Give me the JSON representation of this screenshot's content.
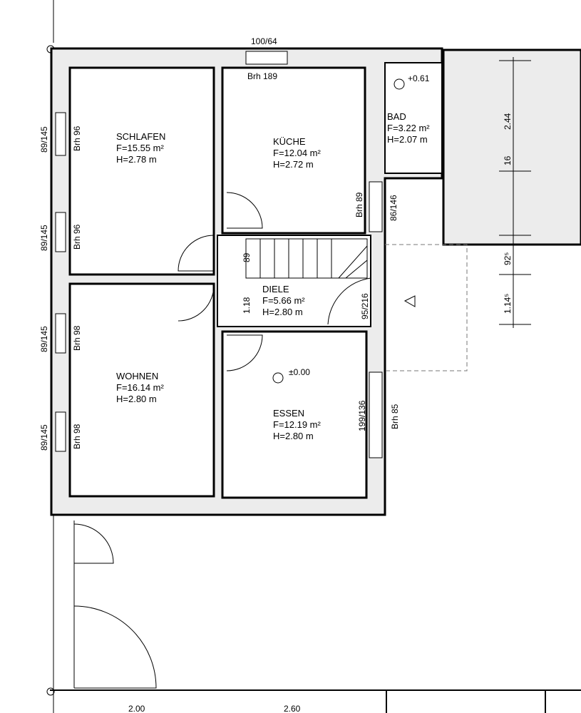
{
  "rooms": {
    "schlafen": {
      "name": "SCHLAFEN",
      "area": "F=15.55 m²",
      "height": "H=2.78 m"
    },
    "kueche": {
      "name": "KÜCHE",
      "area": "F=12.04 m²",
      "height": "H=2.72 m"
    },
    "bad": {
      "name": "BAD",
      "area": "F=3.22 m²",
      "height": "H=2.07 m"
    },
    "diele": {
      "name": "DIELE",
      "area": "F=5.66 m²",
      "height": "H=2.80 m"
    },
    "wohnen": {
      "name": "WOHNEN",
      "area": "F=16.14 m²",
      "height": "H=2.80 m"
    },
    "essen": {
      "name": "ESSEN",
      "area": "F=12.19 m²",
      "height": "H=2.80 m"
    }
  },
  "labels": {
    "top_window": "100/64",
    "brh_189": "Brh 189",
    "level_bad": "+0.61",
    "level_essen": "±0.00",
    "win_schlafen_1": "89/145",
    "brh_schlafen_1": "Brh 96",
    "win_schlafen_2": "89/145",
    "brh_schlafen_2": "Brh 96",
    "win_wohnen_1": "89/145",
    "brh_wohnen_1": "Brh 98",
    "win_wohnen_2": "89/145",
    "brh_wohnen_2": "Brh 98",
    "brh_kueche": "Brh 89",
    "win_kueche": "86/146",
    "stair_89": "89",
    "stair_118": "1.18",
    "door_diele": "95/216",
    "win_essen": "199/136",
    "brh_essen": "Brh 85",
    "dim_244": "2.44",
    "dim_16": "16",
    "dim_925": "92⁵",
    "dim_1145": "1.14⁵",
    "bottom_1": "2.00",
    "bottom_2": "2.60"
  }
}
